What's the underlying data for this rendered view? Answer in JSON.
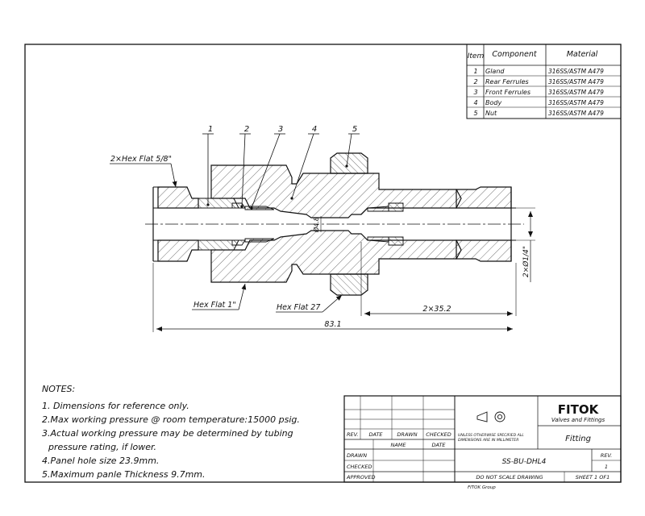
{
  "bom": {
    "headers": {
      "item": "Item",
      "component": "Component",
      "material": "Material"
    },
    "rows": [
      {
        "item": "1",
        "component": "Gland",
        "material": "316SS/ASTM A479"
      },
      {
        "item": "2",
        "component": "Rear Ferrules",
        "material": "316SS/ASTM A479"
      },
      {
        "item": "3",
        "component": "Front Ferrules",
        "material": "316SS/ASTM A479"
      },
      {
        "item": "4",
        "component": "Body",
        "material": "316SS/ASTM A479"
      },
      {
        "item": "5",
        "component": "Nut",
        "material": "316SS/ASTM A479"
      }
    ]
  },
  "drawing": {
    "balloons": [
      "1",
      "2",
      "3",
      "4",
      "5"
    ],
    "callouts": {
      "hex_flat_58": "2×Hex Flat 5/8\"",
      "hex_flat_1": "Hex Flat 1\"",
      "hex_flat_27": "Hex Flat 27",
      "bore": "Ø4.8",
      "tube_od": "2×Ø1/4\"",
      "dim_352": "2×35.2",
      "dim_831": "83.1"
    }
  },
  "notes": {
    "title": "NOTES:",
    "lines": [
      "1. Dimensions for reference only.",
      "2.Max working pressure @ room temperature:15000 psig.",
      "3.Actual working pressure may be determined by tubing",
      "pressure rating, if lower.",
      "4.Panel hole size 23.9mm.",
      "5.Maximum panle Thickness 9.7mm."
    ]
  },
  "title_block": {
    "rev_headers": {
      "rev": "REV.",
      "date": "DATE",
      "drawn": "DRAWN",
      "checked": "CHECKED"
    },
    "name_headers": {
      "name": "NAME",
      "date": "DATE"
    },
    "sign_labels": {
      "drawn": "DRAWN",
      "checked": "CHECKED",
      "approved": "APPROVED"
    },
    "units_note_1": "UNLESS OTHERWISE SPECIFIED ALL",
    "units_note_2": "DIMENSIONS ARE IN MILLIMETER",
    "logo": "FITOK",
    "tagline": "Valves and Fittings",
    "title": "Fitting",
    "part_number": "SS-BU-DHL4",
    "rev_label": "REV.",
    "rev_value": "1",
    "scale_note": "DO NOT SCALE DRAWING",
    "sheet": "SHEET 1  OF1",
    "group": "FITOK Group"
  }
}
